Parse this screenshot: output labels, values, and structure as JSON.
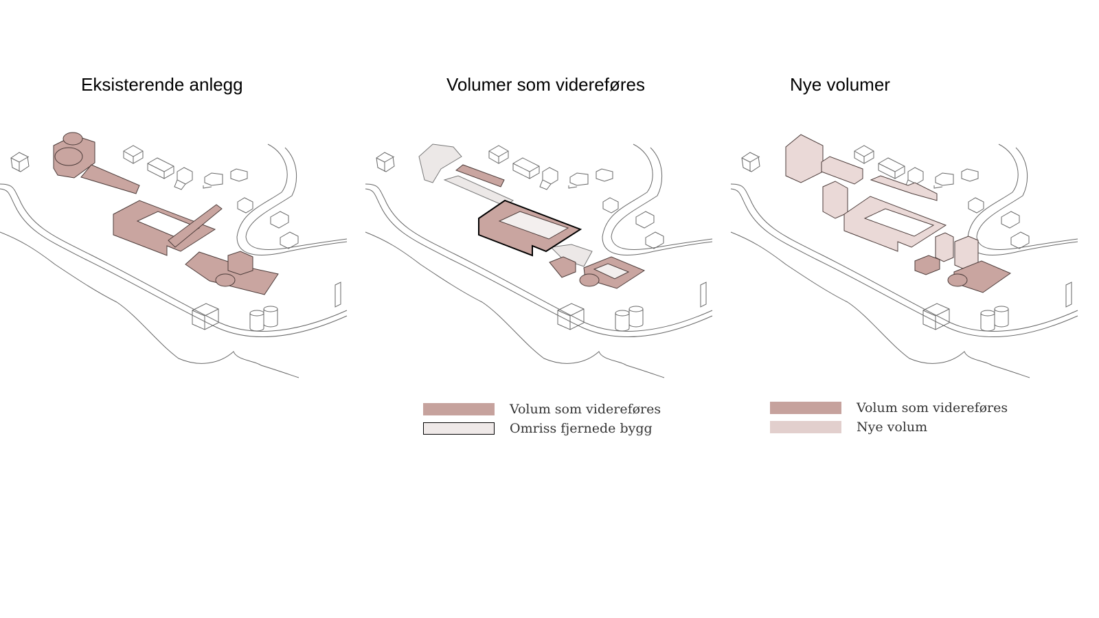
{
  "panels": [
    {
      "title": "Eksisterende anlegg"
    },
    {
      "title": "Volumer som videreføres"
    },
    {
      "title": "Nye volumer"
    }
  ],
  "legend_middle": [
    {
      "label": "Volum som videreføres",
      "color": "#c6a29d"
    },
    {
      "label": "Omriss fjernede bygg",
      "color": "#efe9e8"
    }
  ],
  "legend_right": [
    {
      "label": "Volum som videreføres",
      "color": "#c6a29d"
    },
    {
      "label": "Nye volum",
      "color": "#e2cfcd"
    }
  ],
  "colors": {
    "existing": "#c9a5a0",
    "removed": "#ece8e7",
    "new": "#ead9d7",
    "line": "#555555"
  }
}
